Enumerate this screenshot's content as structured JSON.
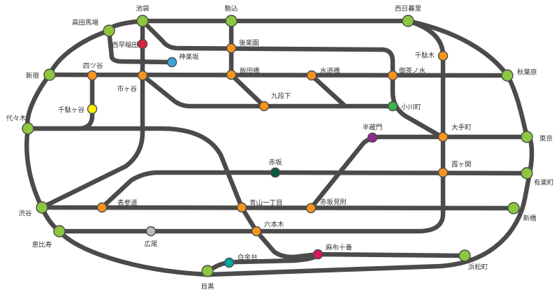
{
  "colors": {
    "line": "#4b4b4b",
    "jr": "#8dc63f",
    "metro": "#f7941d",
    "nambu_nishiwaseda": "#d7263d",
    "kagurazaka": "#3aa6dd",
    "sendagaya": "#fff200",
    "ogawamachi": "#3ab54a",
    "hanzomon": "#92278f",
    "akasaka": "#0b5a3a",
    "hiroo": "#bcbcbc",
    "shirokanedai": "#00a79d",
    "azabujuban": "#d6145f"
  },
  "stations": [
    {
      "id": "ikebukuro",
      "name": "池袋"
    },
    {
      "id": "komagome",
      "name": "駒込"
    },
    {
      "id": "nishinippori",
      "name": "西日暮里"
    },
    {
      "id": "takadanobaba",
      "name": "高田馬場"
    },
    {
      "id": "nishiwaseda",
      "name": "西早稲田"
    },
    {
      "id": "kagurazaka",
      "name": "神楽坂"
    },
    {
      "id": "korakuen",
      "name": "後楽園"
    },
    {
      "id": "sendagi",
      "name": "千駄木"
    },
    {
      "id": "shinjuku",
      "name": "新宿"
    },
    {
      "id": "yotsuya",
      "name": "四ツ谷"
    },
    {
      "id": "iidabashi",
      "name": "飯田橋"
    },
    {
      "id": "suidobashi",
      "name": "水道橋"
    },
    {
      "id": "ochanomizu",
      "name": "御茶ノ水"
    },
    {
      "id": "akihabara",
      "name": "秋葉原"
    },
    {
      "id": "ichigaya",
      "name": "市ヶ谷"
    },
    {
      "id": "kudanshita",
      "name": "九段下"
    },
    {
      "id": "ogawamachi",
      "name": "小川町"
    },
    {
      "id": "sendagaya",
      "name": "千駄ヶ谷"
    },
    {
      "id": "yoyogi",
      "name": "代々木"
    },
    {
      "id": "hanzomon",
      "name": "半蔵門"
    },
    {
      "id": "otemachi",
      "name": "大手町"
    },
    {
      "id": "tokyo",
      "name": "東京"
    },
    {
      "id": "akasaka",
      "name": "赤坂"
    },
    {
      "id": "kasumigaseki",
      "name": "霞ヶ関"
    },
    {
      "id": "yurakucho",
      "name": "有楽町"
    },
    {
      "id": "shibuya",
      "name": "渋谷"
    },
    {
      "id": "omotesando",
      "name": "表参道"
    },
    {
      "id": "aoyamaitchome",
      "name": "青山一丁目"
    },
    {
      "id": "akasakamitsuke",
      "name": "赤坂見附"
    },
    {
      "id": "shinbashi",
      "name": "新橋"
    },
    {
      "id": "ebisu",
      "name": "恵比寿"
    },
    {
      "id": "hiroo",
      "name": "広尾"
    },
    {
      "id": "roppongi",
      "name": "六本木"
    },
    {
      "id": "shirokanedai",
      "name": "白金台"
    },
    {
      "id": "azabujuban",
      "name": "麻布十番"
    },
    {
      "id": "hamamatsucho",
      "name": "浜松町"
    },
    {
      "id": "meguro",
      "name": "目黒"
    }
  ]
}
